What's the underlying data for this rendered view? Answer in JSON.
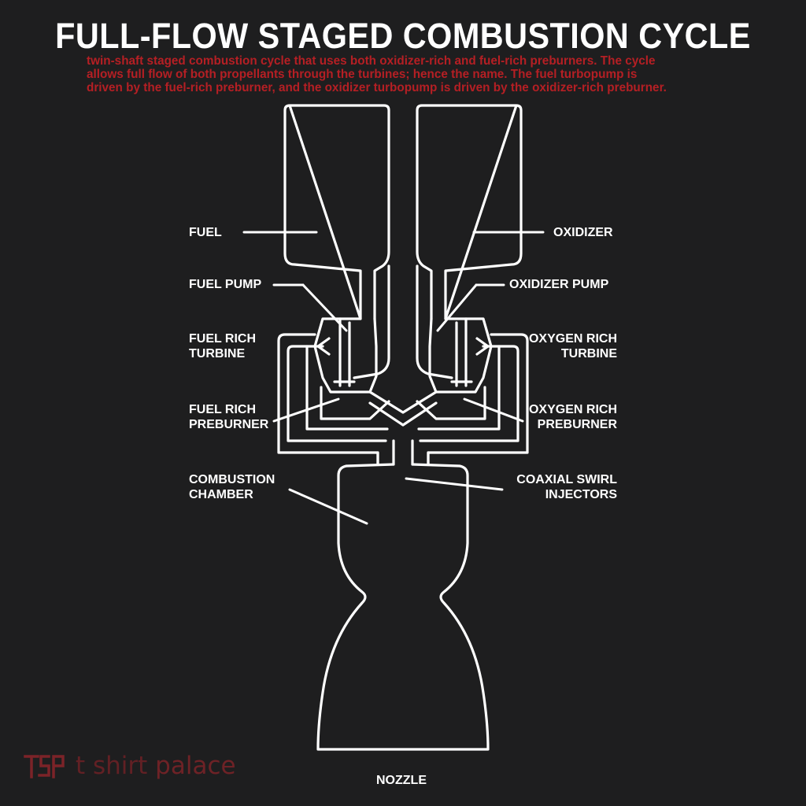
{
  "title": "FULL-FLOW STAGED COMBUSTION CYCLE",
  "description": "twin-shaft staged combustion cycle that uses both oxidizer-rich and fuel-rich preburners. The cycle\nallows full flow of both propellants through the turbines; hence the name. The fuel turbopump is\ndriven by the fuel-rich preburner, and the oxidizer turbopump is driven by the oxidizer-rich preburner.",
  "labels": {
    "fuel": "FUEL",
    "oxidizer": "OXIDIZER",
    "fuel_pump": "FUEL PUMP",
    "oxidizer_pump": "OXIDIZER PUMP",
    "fuel_rich_turbine": "FUEL RICH\nTURBINE",
    "oxygen_rich_turbine": "OXYGEN RICH\nTURBINE",
    "fuel_rich_preburner": "FUEL RICH\nPREBURNER",
    "oxygen_rich_preburner": "OXYGEN RICH\nPREBURNER",
    "combustion_chamber": "COMBUSTION\nCHAMBER",
    "coaxial_swirl_injectors": "COAXIAL SWIRL\nINJECTORS",
    "nozzle": "NOZZLE"
  },
  "watermark": {
    "logo": "TSP",
    "text_first": "t shirt",
    "text_second": " palace"
  },
  "colors": {
    "background": "#1e1e1f",
    "lines": "#ffffff",
    "description": "#b51f24",
    "watermark": "#7c2328"
  }
}
